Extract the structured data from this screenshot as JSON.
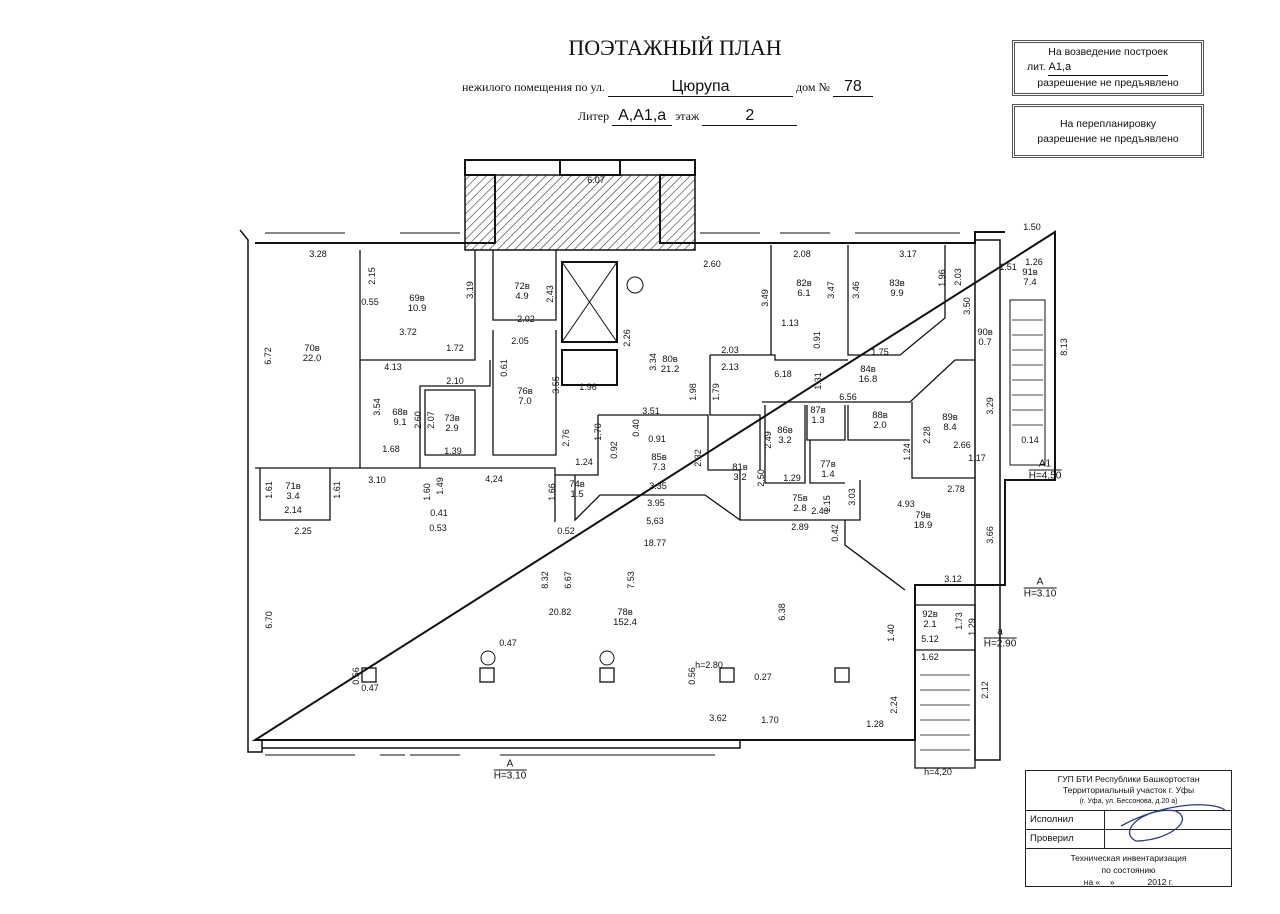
{
  "header": {
    "title": "ПОЭТАЖНЫЙ ПЛАН",
    "street_prefix": "нежилого помещения по ул.",
    "street": "Цюрупа",
    "house_prefix": "дом №",
    "house": "78",
    "liter_prefix": "Литер",
    "liter": "А,А1,а",
    "floor_prefix": "этаж",
    "floor": "2"
  },
  "notice_boxes": [
    {
      "line1": "На возведение построек",
      "liter_prefix": "лит.",
      "liter": "А1,а",
      "line3": "разрешение не предъявлено"
    },
    {
      "line1": "На перепланировку",
      "line2": "разрешение не предъявлено"
    }
  ],
  "rooms": [
    {
      "id": "70в",
      "area": "22.0"
    },
    {
      "id": "69в",
      "area": "10.9"
    },
    {
      "id": "72в",
      "area": "4.9"
    },
    {
      "id": "76в",
      "area": "7.0"
    },
    {
      "id": "68в",
      "area": "9.1"
    },
    {
      "id": "73в",
      "area": "2.9"
    },
    {
      "id": "80в",
      "area": "21.2"
    },
    {
      "id": "82в",
      "area": "6.1"
    },
    {
      "id": "83в",
      "area": "9.9"
    },
    {
      "id": "84в",
      "area": "16.8"
    },
    {
      "id": "91в",
      "area": "7.4"
    },
    {
      "id": "90в",
      "area": "0.7"
    },
    {
      "id": "89в",
      "area": "8.4"
    },
    {
      "id": "88в",
      "area": "2.0"
    },
    {
      "id": "87в",
      "area": "1.3"
    },
    {
      "id": "86в",
      "area": "3.2"
    },
    {
      "id": "77в",
      "area": "1.4"
    },
    {
      "id": "81в",
      "area": "3.2"
    },
    {
      "id": "85в",
      "area": "7.3"
    },
    {
      "id": "74в",
      "area": "1.5"
    },
    {
      "id": "71в",
      "area": "3.4"
    },
    {
      "id": "75в",
      "area": "2.8"
    },
    {
      "id": "79в",
      "area": "18.9"
    },
    {
      "id": "78в",
      "area": "152.4"
    },
    {
      "id": "92в",
      "area": "2.1"
    }
  ],
  "dimensions": [
    "6.07",
    "3.28",
    "2.15",
    "0.55",
    "3.19",
    "3.72",
    "1.72",
    "4.13",
    "6.72",
    "3.54",
    "2.10",
    "2.07",
    "2.60",
    "1.39",
    "1.68",
    "2.43",
    "2.02",
    "2.05",
    "0.61",
    "3.55",
    "2.76",
    "1.96",
    "2.26",
    "3.34",
    "2.60",
    "3.49",
    "2.03",
    "1.98",
    "1.79",
    "2.08",
    "3.47",
    "3.46",
    "1.13",
    "0.91",
    "3.17",
    "1.96",
    "2.03",
    "1.75",
    "3.50",
    "1.50",
    "1.51",
    "1.26",
    "8.13",
    "2.13",
    "6.18",
    "1.31",
    "6.56",
    "2.28",
    "2.66",
    "3.29",
    "1.24",
    "1.17",
    "2.78",
    "3.51",
    "0.91",
    "0.40",
    "1.70",
    "0.92",
    "1.24",
    "2.32",
    "3.35",
    "3.95",
    "5,63",
    "18.77",
    "2.50",
    "2.49",
    "1.29",
    "1.15",
    "2.43",
    "2.89",
    "3.03",
    "4.93",
    "3.66",
    "0.42",
    "3.12",
    "3.10",
    "4,24",
    "1.60",
    "1.49",
    "1.66",
    "0.41",
    "0.53",
    "0.52",
    "1.61",
    "2.14",
    "2.25",
    "1.61",
    "6.70",
    "8.32",
    "6.67",
    "7.53",
    "20.82",
    "6.38",
    "0.47",
    "0.56",
    "0.47",
    "0.56",
    "h=2.80",
    "0.27",
    "3.62",
    "1.70",
    "1.28",
    "2.24",
    "1.40",
    "1.29",
    "1.73",
    "1.62",
    "5.12",
    "2.12",
    "h=4,20",
    "0.14"
  ],
  "level_marks": [
    {
      "code": "А1",
      "height": "Н=4,50"
    },
    {
      "code": "А",
      "height": "Н=3.10"
    },
    {
      "code": "а",
      "height": "Н=2.90"
    },
    {
      "code": "А",
      "height": "Н=3.10"
    }
  ],
  "stamp": {
    "org1": "ГУП БТИ Республики Башкортостан",
    "org2": "Территориальный участок г. Уфы",
    "org3": "(г. Уфа, ул. Бессонова, д.20 а)",
    "performed": "Исполнил",
    "checked": "Проверил",
    "inv1": "Техническая инвентаризация",
    "inv2": "по состоянию",
    "inv3": "на «__» ______ 2012 г."
  }
}
